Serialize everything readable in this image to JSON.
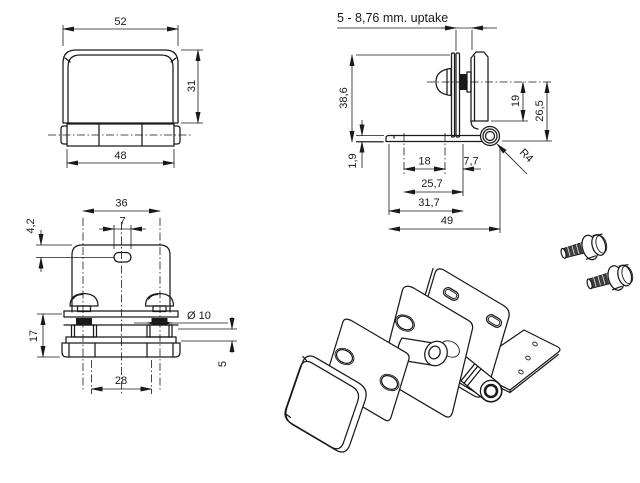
{
  "colors": {
    "line": "#1a1a1a",
    "background": "#ffffff"
  },
  "front_view": {
    "dim_width": "52",
    "dim_height": "31",
    "dim_barrel_width": "48"
  },
  "side_view": {
    "uptake_label": "5 - 8,76 mm. uptake",
    "dim_total_height": "38,6",
    "dim_axis_to_plate": "19",
    "dim_axis_to_bottom": "26,5",
    "dim_base_thickness": "1,9",
    "dim_hole_spacing": "18",
    "dim_edge_offset": "7,7",
    "dim_span_mid": "25,7",
    "dim_span_outer": "31,7",
    "dim_base_length": "49",
    "dim_radius": "R4"
  },
  "back_view": {
    "dim_hole_spacing": "36",
    "dim_slot_width": "7",
    "dim_slot_offset": "4,2",
    "dim_stack_height": "17",
    "dim_diameter": "Ø 10",
    "dim_lower_spacing": "28",
    "dim_gap": "5"
  }
}
